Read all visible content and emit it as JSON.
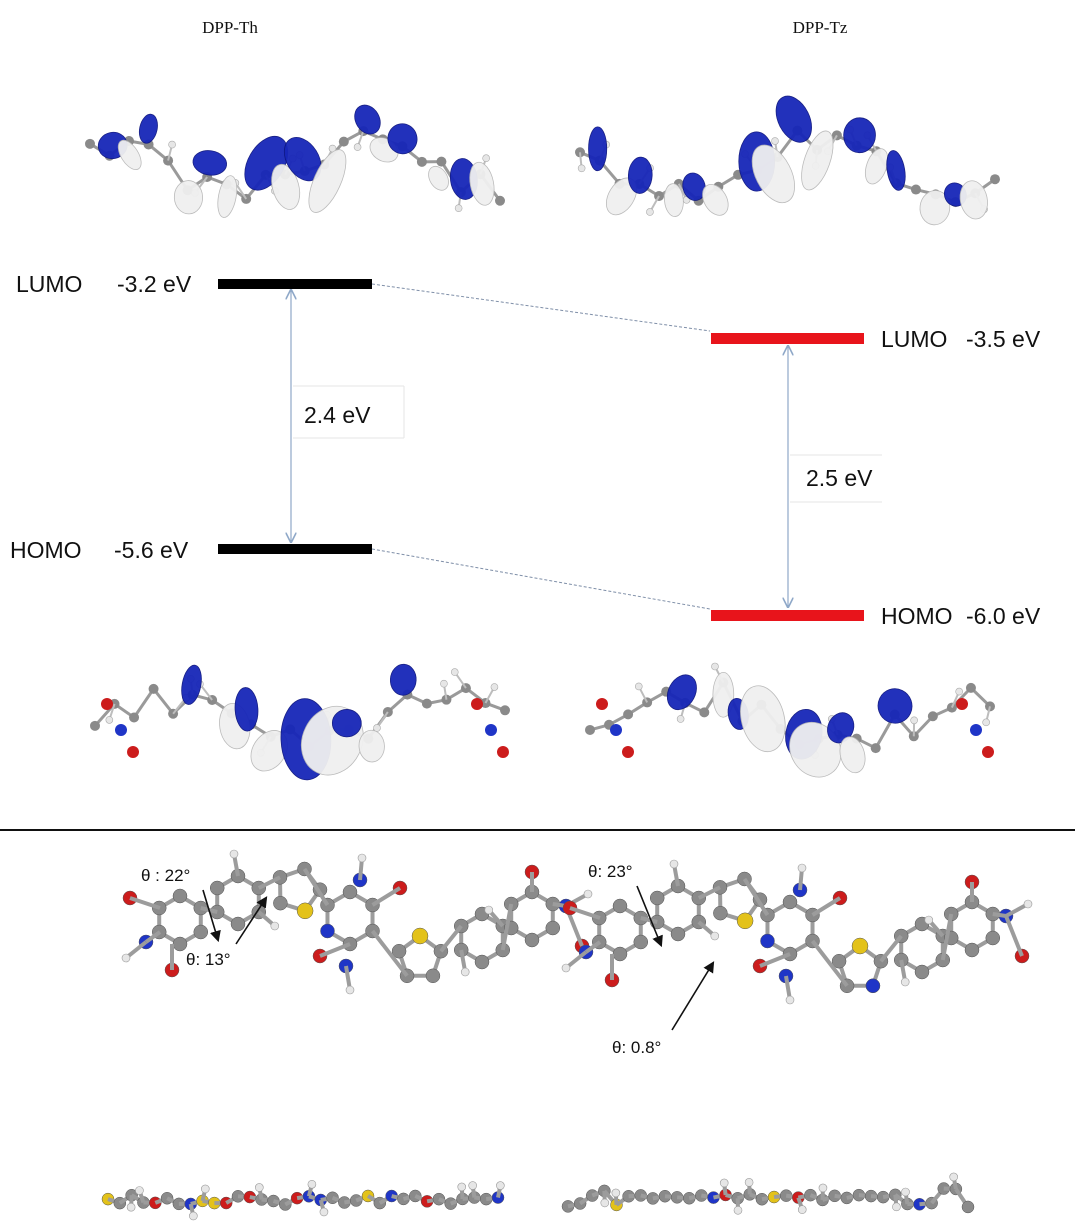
{
  "molecules": {
    "left_name": "DPP-Th",
    "right_name": "DPP-Tz"
  },
  "left_levels": {
    "lumo_label": "LUMO",
    "lumo_value": "-3.2 eV",
    "homo_label": "HOMO",
    "homo_value": "-5.6 eV",
    "gap": "2.4 eV",
    "bar_color": "#000000"
  },
  "right_levels": {
    "lumo_label": "LUMO",
    "lumo_value": "-3.5 eV",
    "homo_label": "HOMO",
    "homo_value": "-6.0 eV",
    "gap": "2.5 eV",
    "bar_color": "#e8141b"
  },
  "torsion": {
    "left_top": "θ : 22°",
    "left_bottom": "θ: 13°",
    "right_top": "θ: 23°",
    "right_bottom": "θ: 0.8°"
  },
  "colors": {
    "orbital_blue": "#1726b8",
    "orbital_white": "#f0f0f0",
    "connector": "#7f8fa8",
    "arrow": "#8fa8c8",
    "carbon": "#8a8a8a",
    "oxygen": "#cc1c1c",
    "nitrogen": "#1f35c7",
    "sulfur": "#e3c21a",
    "hydrogen": "#e6e6e6"
  }
}
